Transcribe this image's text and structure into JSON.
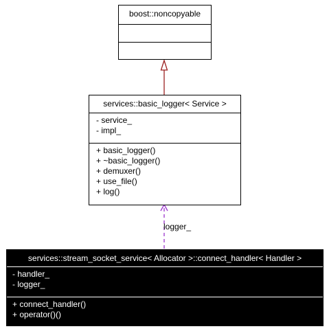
{
  "colors": {
    "inheritance": "#9a2020",
    "usage": "#9a32cd",
    "focus_background": "#000000",
    "focus_text": "#ffffff"
  },
  "classes": {
    "noncopyable": {
      "name": "boost::noncopyable",
      "attributes": [],
      "operations": []
    },
    "basic_logger": {
      "name": "services::basic_logger< Service >",
      "attributes": [
        "- service_",
        "- impl_"
      ],
      "operations": [
        "+ basic_logger()",
        "+ ~basic_logger()",
        "+ demuxer()",
        "+ use_file()",
        "+ log()"
      ]
    },
    "connect_handler": {
      "name": "services::stream_socket_service< Allocator >::connect_handler< Handler >",
      "attributes": [
        "- handler_",
        "- logger_"
      ],
      "operations": [
        "+ connect_handler()",
        "+ operator()()"
      ]
    }
  },
  "relations": {
    "usage_label": "logger_"
  }
}
